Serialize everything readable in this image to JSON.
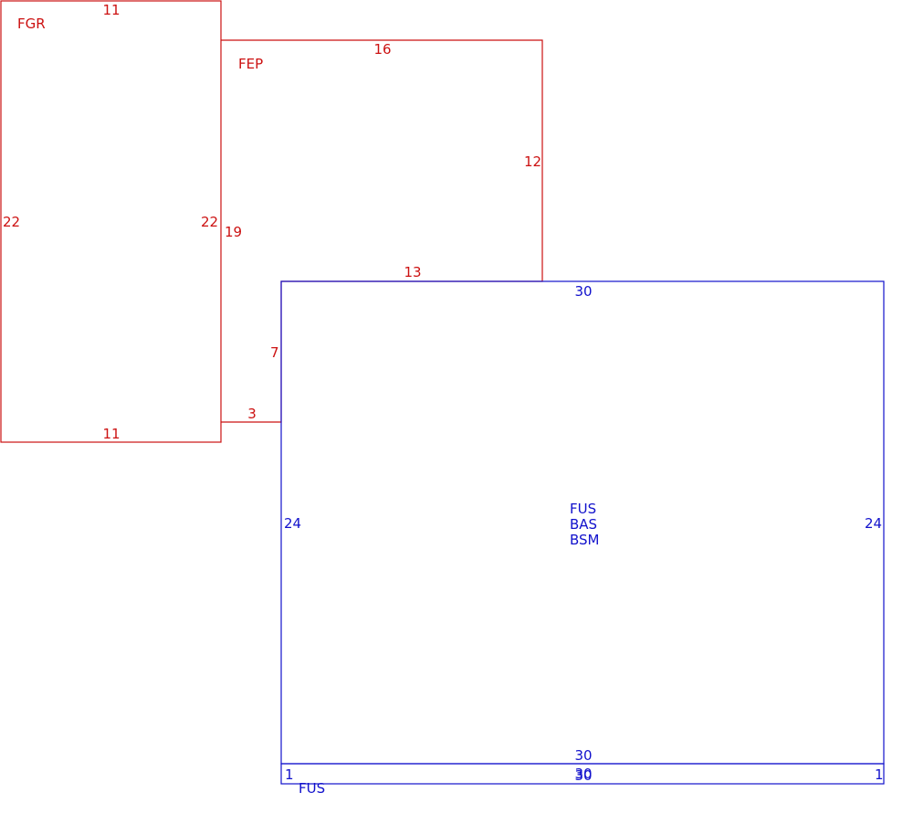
{
  "colors": {
    "upper_floor": "#cc1111",
    "main_floor": "#1111cc",
    "background": "#ffffff"
  },
  "areas": {
    "fgr": {
      "code": "FGR",
      "top": "11",
      "bottom": "11",
      "left": "22",
      "right": "22"
    },
    "fep": {
      "code": "FEP",
      "top": "16",
      "right": "12",
      "bottom": "13",
      "left": "19",
      "notch_vertical": "7",
      "notch_horizontal": "3"
    },
    "main": {
      "codes": [
        "FUS",
        "BAS",
        "BSM"
      ],
      "top": "30",
      "bottom": "30",
      "left": "24",
      "right": "24"
    },
    "strip": {
      "code": "FUS",
      "top": "30",
      "bottom": "30",
      "left": "1",
      "right": "1"
    }
  }
}
